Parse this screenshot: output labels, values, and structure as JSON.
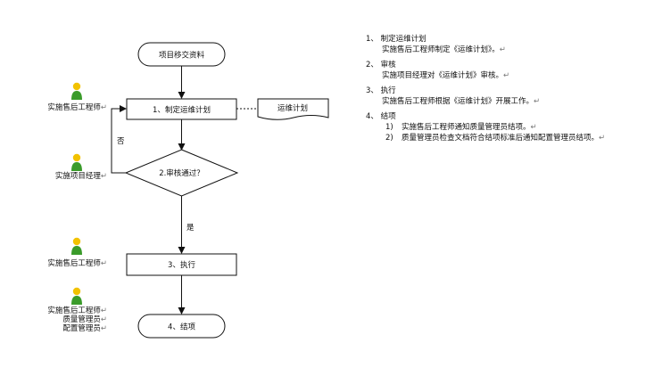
{
  "flowchart": {
    "start": "项目移交资料",
    "step1": "1、制定运维计划",
    "doc": "运维计划",
    "decision": "2.审核通过？",
    "no_label": "否",
    "yes_label": "是",
    "step3": "3、执行",
    "end": "4、结项"
  },
  "roles": {
    "r1": "实施售后工程师",
    "r2": "实施项目经理",
    "r3": "实施售后工程师",
    "r4_1": "实施售后工程师",
    "r4_2": "质量管理员",
    "r4_3": "配置管理员"
  },
  "notes": {
    "s1_title": "1、 制定运维计划",
    "s1_body": "实施售后工程师制定《运维计划》。",
    "s2_title": "2、 审核",
    "s2_body": "实施项目经理对《运维计划》审核。",
    "s3_title": "3、 执行",
    "s3_body": "实施售后工程师根据《运维计划》开展工作。",
    "s4_title": "4、 结项",
    "s4_items": [
      {
        "num": "1)",
        "text": "实施售后工程师通知质量管理员结项。"
      },
      {
        "num": "2)",
        "text": "质量管理员检查文档符合结项标准后通知配置管理员结项。"
      }
    ]
  },
  "colors": {
    "person_head": "#f2c200",
    "person_body": "#3a9b2a"
  }
}
